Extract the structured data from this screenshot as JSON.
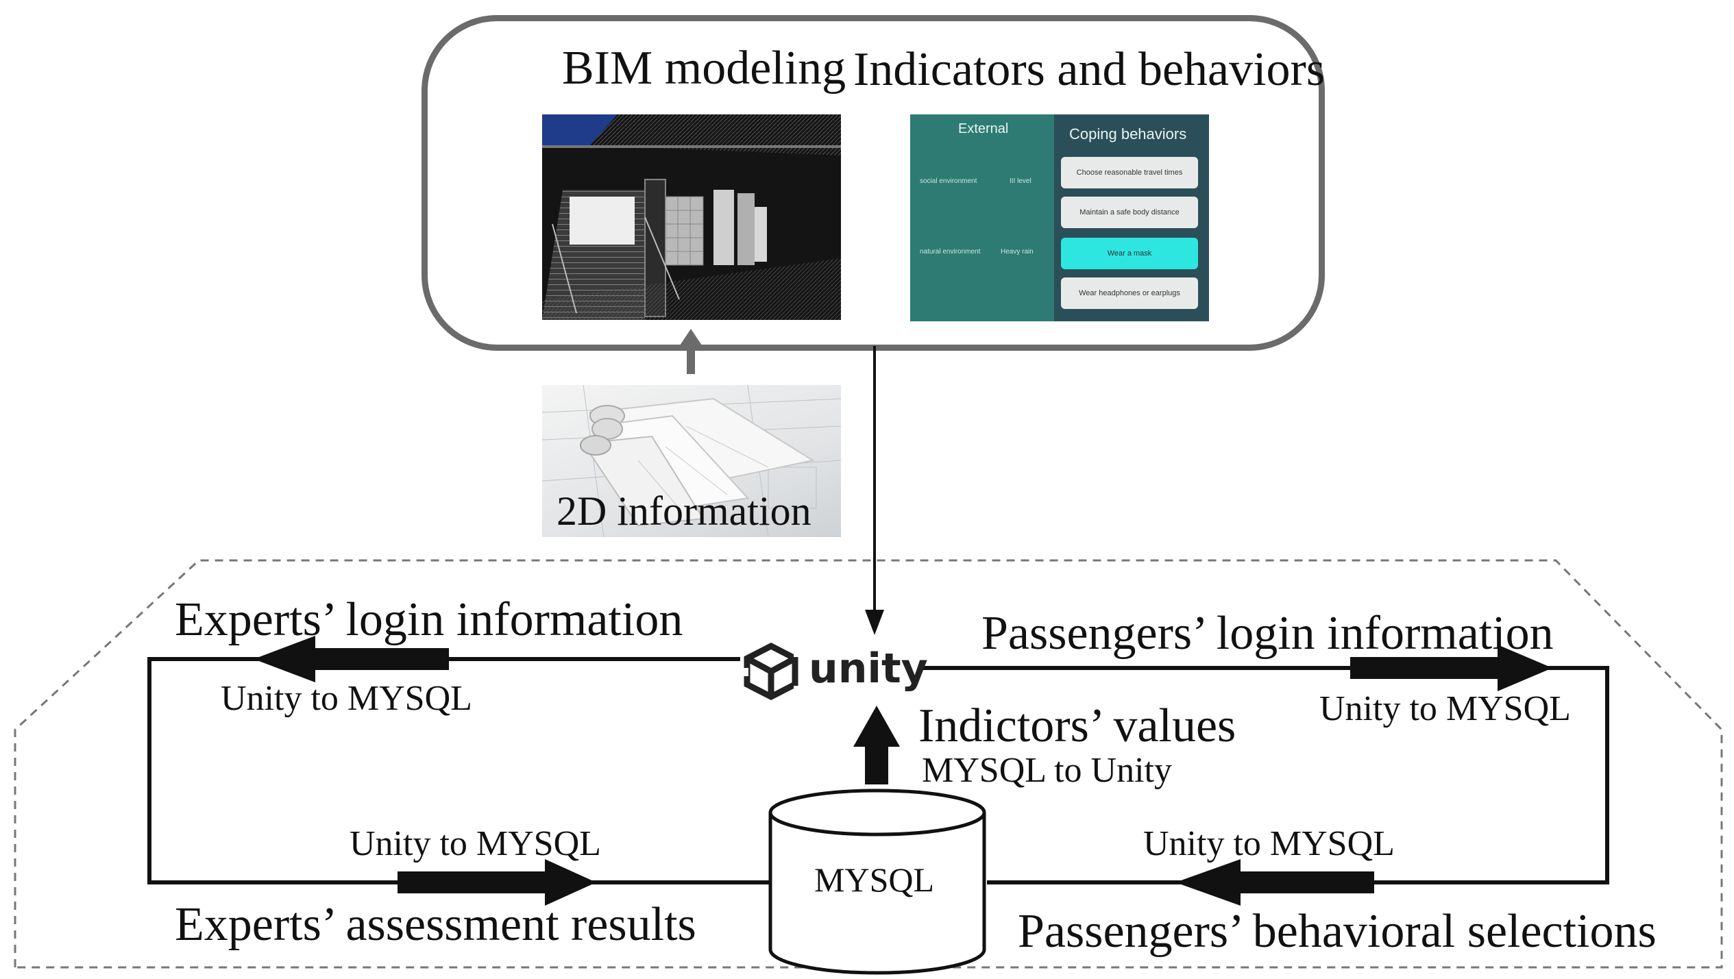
{
  "top_panel": {
    "bim_title": "BIM modeling",
    "indicators_title": "Indicators and behaviors",
    "indicators_screen": {
      "left_header": "External",
      "right_header": "Coping behaviors",
      "row1_left": "social environment",
      "row1_right": "III level",
      "row2_left": "natural environment",
      "row2_right": "Heavy rain",
      "coping_options": [
        "Choose reasonable travel times",
        "Maintain a safe body distance",
        "Wear a mask",
        "Wear headphones or earplugs"
      ],
      "selected_option": "Wear a mask"
    }
  },
  "blueprint": {
    "label": "2D information"
  },
  "unity": {
    "wordmark": "unity",
    "logo_icon": "unity-logo-icon"
  },
  "flows": {
    "experts_login": {
      "title": "Experts’ login information",
      "direction": "Unity to MYSQL"
    },
    "passengers_login": {
      "title": "Passengers’ login information",
      "direction": "Unity to MYSQL"
    },
    "indicators_values": {
      "title": "Indictors’ values",
      "direction": "MYSQL to Unity"
    },
    "experts_assessment": {
      "title": "Experts’ assessment results",
      "direction": "Unity to MYSQL"
    },
    "passengers_behavior": {
      "title": "Passengers’ behavioral selections",
      "direction": "Unity to MYSQL"
    }
  },
  "database": {
    "label": "MYSQL"
  },
  "colors": {
    "panel_border": "#6b6b6b",
    "indicator_bg": "#2d7b72",
    "coping_bg": "#2b4f58",
    "selected": "#2ee6e0"
  }
}
